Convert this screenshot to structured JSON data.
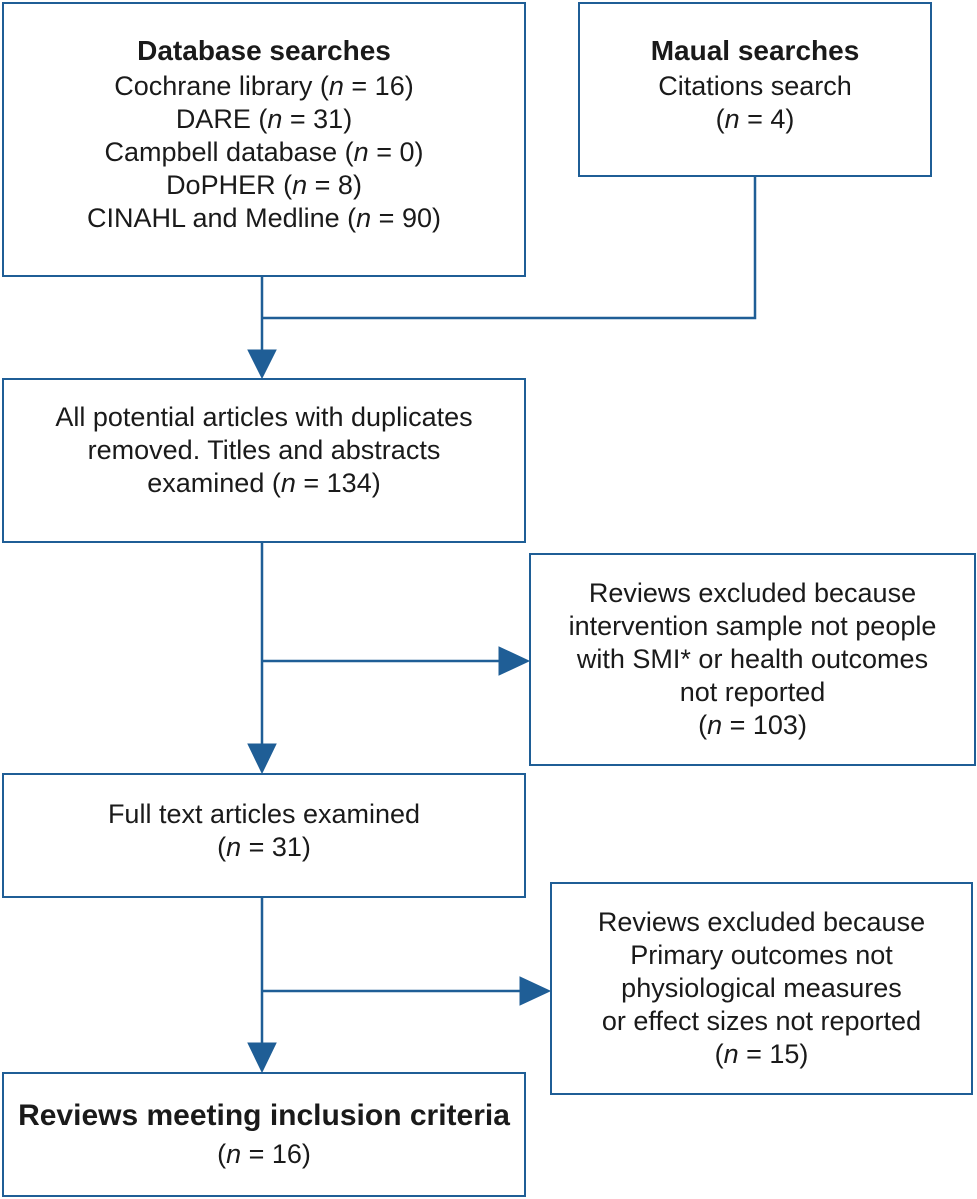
{
  "database_searches": {
    "title": "Database searches",
    "lines": [
      {
        "text": "Cochrane library (",
        "n": "16"
      },
      {
        "text": "DARE (",
        "n": "31"
      },
      {
        "text": "Campbell database (",
        "n": "0"
      },
      {
        "text": "DoPHER (",
        "n": "8"
      },
      {
        "text": "CINAHL and Medline (",
        "n": "90"
      }
    ]
  },
  "manual_searches": {
    "title": "Maual searches",
    "line1": "Citations search",
    "n": "4"
  },
  "potential_articles": {
    "line1": "All potential articles with duplicates",
    "line2": "removed. Titles and abstracts",
    "line3_prefix": "examined (",
    "n": "134"
  },
  "exclusion_1": {
    "line1": "Reviews excluded because",
    "line2": "intervention sample not people",
    "line3": "with SMI* or health outcomes",
    "line4": "not reported",
    "n": "103"
  },
  "full_text": {
    "line1": "Full text articles examined",
    "n": "31"
  },
  "exclusion_2": {
    "line1": "Reviews excluded because",
    "line2": "Primary outcomes not",
    "line3": "physiological measures",
    "line4": "or effect sizes not reported",
    "n": "15"
  },
  "included": {
    "title": "Reviews meeting inclusion criteria",
    "n": "16"
  },
  "n_symbol": "n",
  "equals": " = ",
  "close_paren": ")",
  "open_paren": "(",
  "colors": {
    "stroke": "#1f5e96",
    "text": "#1a1a1a",
    "background": "#ffffff"
  }
}
